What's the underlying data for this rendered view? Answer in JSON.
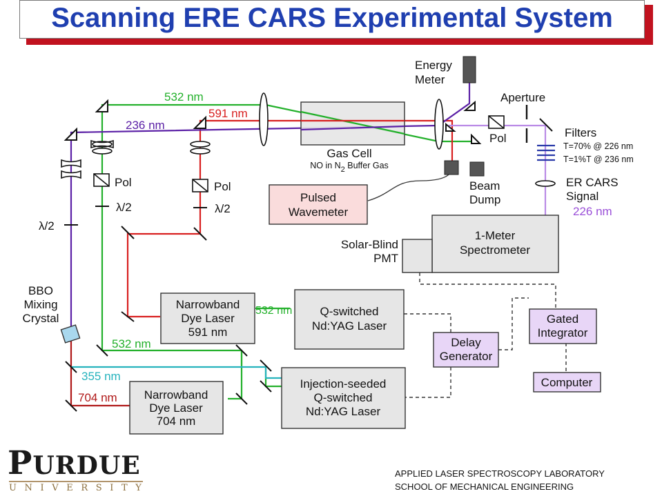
{
  "title": "Scanning ERE CARS Experimental System",
  "colors": {
    "title_text": "#1f3fb0",
    "title_shadow": "#c1121f",
    "beam_532": "#22b02a",
    "beam_591": "#d81f1f",
    "beam_704": "#b01818",
    "beam_236": "#5b20a6",
    "beam_355": "#25b3bd",
    "signal_226": "#b98ae6",
    "wavemeter_fill": "#fadcdc",
    "electronics_fill": "#e8d6f7",
    "optics_box_fill": "#e6e6e6"
  },
  "icons": [
    "mirror-icon",
    "lens-icon",
    "polarizer-icon",
    "waveplate-icon",
    "detector-icon",
    "crystal-icon",
    "filter-icon",
    "aperture-icon"
  ],
  "components": {
    "energy_meter": "Energy\nMeter",
    "aperture": "Aperture",
    "filters": "Filters",
    "filter_1": "T=70% @ 226 nm",
    "filter_2": "T=1%T @ 236 nm",
    "er_cars_signal": "ER CARS\nSignal",
    "signal_wavelength": "226 nm",
    "gas_cell": "Gas Cell",
    "gas_cell_sub": "NO in N",
    "gas_cell_sub_subscript": "2",
    "gas_cell_sub_end": " Buffer Gas",
    "pol": "Pol",
    "half_wave": "λ/2",
    "beam_dump": "Beam\nDump",
    "pulsed_wavemeter": "Pulsed\nWavemeter",
    "solar_blind_pmt": "Solar-Blind\nPMT",
    "spectrometer": "1-Meter\nSpectrometer",
    "bbo_crystal": "BBO\nMixing\nCrystal",
    "dye_laser_591": "Narrowband\nDye Laser\n591 nm",
    "nd_yag_1": "Q-switched\nNd:YAG Laser",
    "delay_generator": "Delay\nGenerator",
    "gated_integrator": "Gated\nIntegrator",
    "computer": "Computer",
    "nd_yag_seeded": "Injection-seeded\nQ-switched\nNd:YAG Laser",
    "dye_laser_704": "Narrowband\nDye Laser\n704 nm"
  },
  "beams": {
    "b532_top": "532 nm",
    "b591": "591 nm",
    "b236": "236 nm",
    "b532_pump": "532 nm",
    "b532_lower": "532 nm",
    "b355": "355 nm",
    "b704": "704 nm"
  },
  "logo": {
    "main_first": "P",
    "main_rest": "URDUE",
    "sub": "UNIVERSITY"
  },
  "footer": {
    "line1": "APPLIED LASER SPECTROSCOPY LABORATORY",
    "line2": "SCHOOL OF MECHANICAL ENGINEERING"
  }
}
